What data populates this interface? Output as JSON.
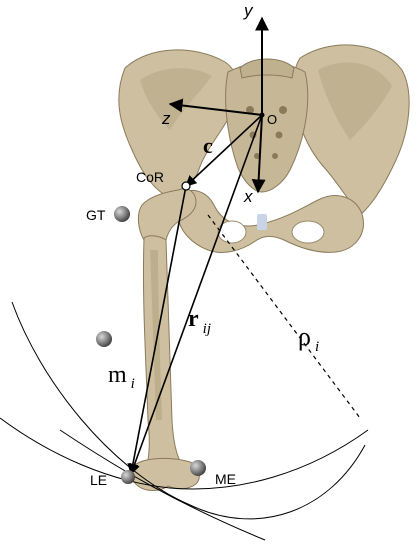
{
  "labels": {
    "axis_y": "y",
    "axis_z": "z",
    "axis_x": "x",
    "origin": "O",
    "c": "c",
    "cor": "CoR",
    "gt": "GT",
    "r_main": "r",
    "r_sub": "ij",
    "rho_main": "ρ",
    "rho_sub": "i",
    "m_main": "m",
    "m_sub": "i",
    "le": "LE",
    "me": "ME"
  },
  "colors": {
    "bone": "#cdbf9f",
    "bone_shadow": "#a39371",
    "bone_dark": "#7a6a4c",
    "marker": "#6f6f6f",
    "ink": "#000000"
  }
}
